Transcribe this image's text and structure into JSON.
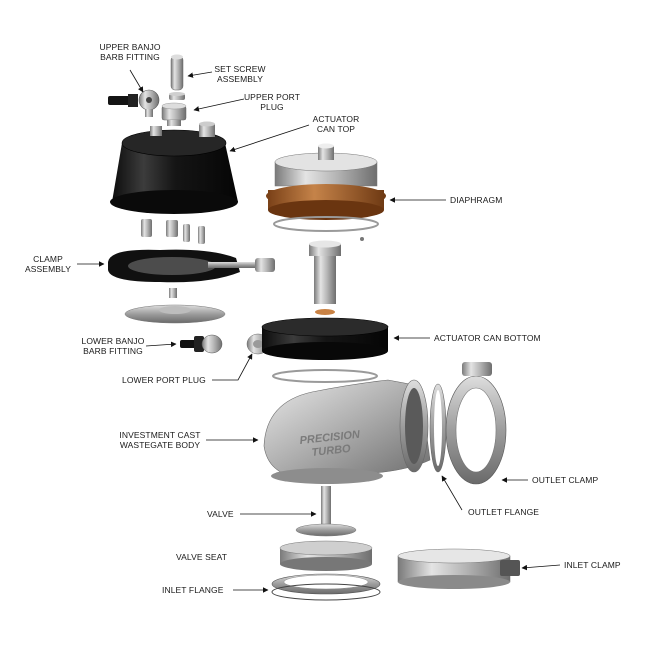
{
  "diagram": {
    "labels": {
      "upper_banjo": [
        "UPPER BANJO",
        "BARB FITTING"
      ],
      "set_screw": [
        "SET SCREW",
        "ASSEMBLY"
      ],
      "upper_port_plug": [
        "UPPER PORT",
        "PLUG"
      ],
      "actuator_can_top": [
        "ACTUATOR",
        "CAN TOP"
      ],
      "diaphragm": "DIAPHRAGM",
      "clamp_assembly": [
        "CLAMP",
        "ASSEMBLY"
      ],
      "lower_banjo": [
        "LOWER BANJO",
        "BARB FITTING"
      ],
      "actuator_can_bottom": "ACTUATOR CAN BOTTOM",
      "lower_port_plug": "LOWER PORT PLUG",
      "wastegate_body": [
        "INVESTMENT CAST",
        "WASTEGATE BODY"
      ],
      "outlet_clamp": "OUTLET CLAMP",
      "outlet_flange": "OUTLET FLANGE",
      "valve": "VALVE",
      "valve_seat": "VALVE SEAT",
      "inlet_clamp": "INLET  CLAMP",
      "inlet_flange": "INLET  FLANGE"
    },
    "body_logo": [
      "PRECISION",
      "TURBO"
    ],
    "colors": {
      "black_part": "#161616",
      "steel": "#b9b9b9",
      "steel_dark": "#7d7d7d",
      "steel_light": "#e6e6e6",
      "diaphragm": "#b2703b",
      "leader": "#111111"
    }
  }
}
